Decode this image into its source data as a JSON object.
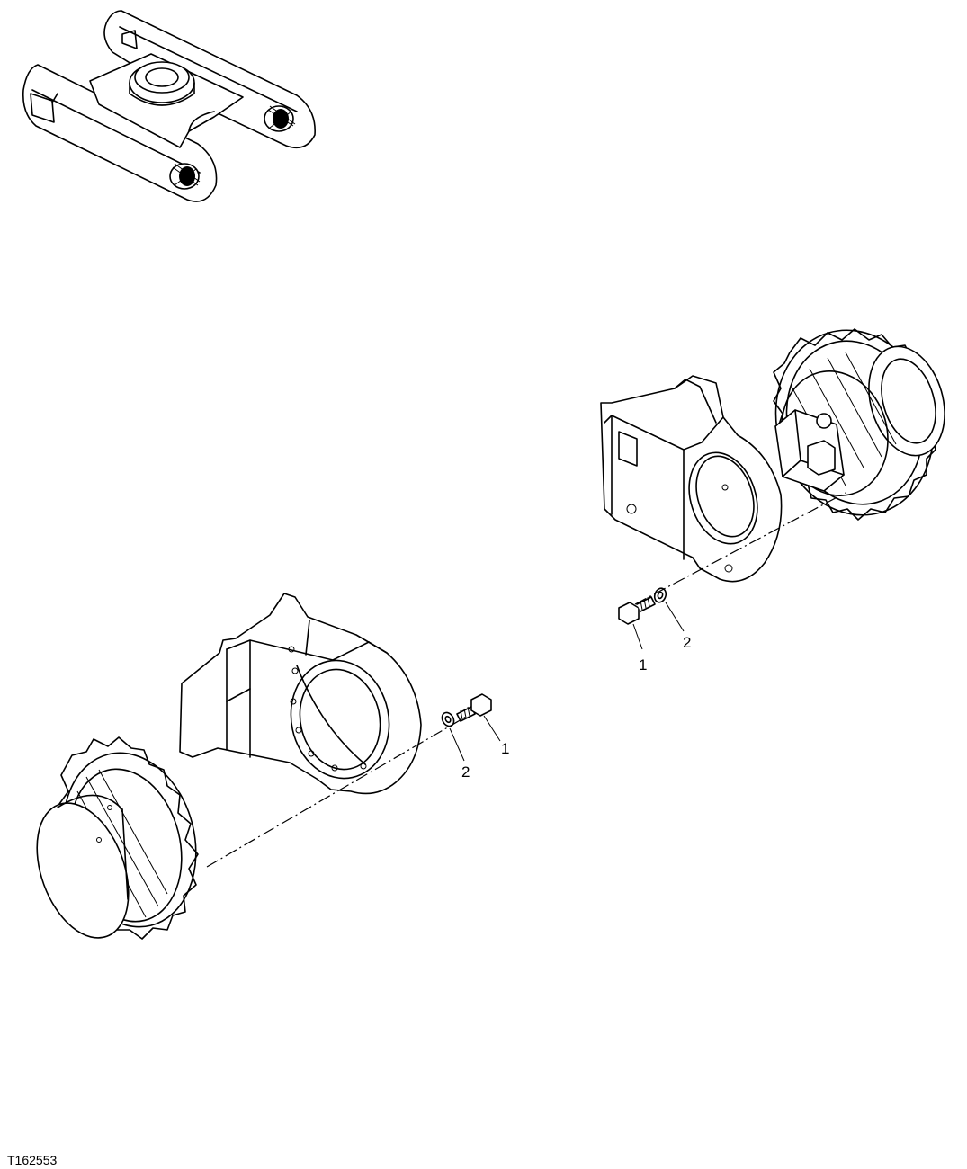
{
  "figure_id": "T162553",
  "callouts": {
    "left_cap_screw": "1",
    "left_washer": "2",
    "right_cap_screw": "1",
    "right_washer": "2"
  }
}
